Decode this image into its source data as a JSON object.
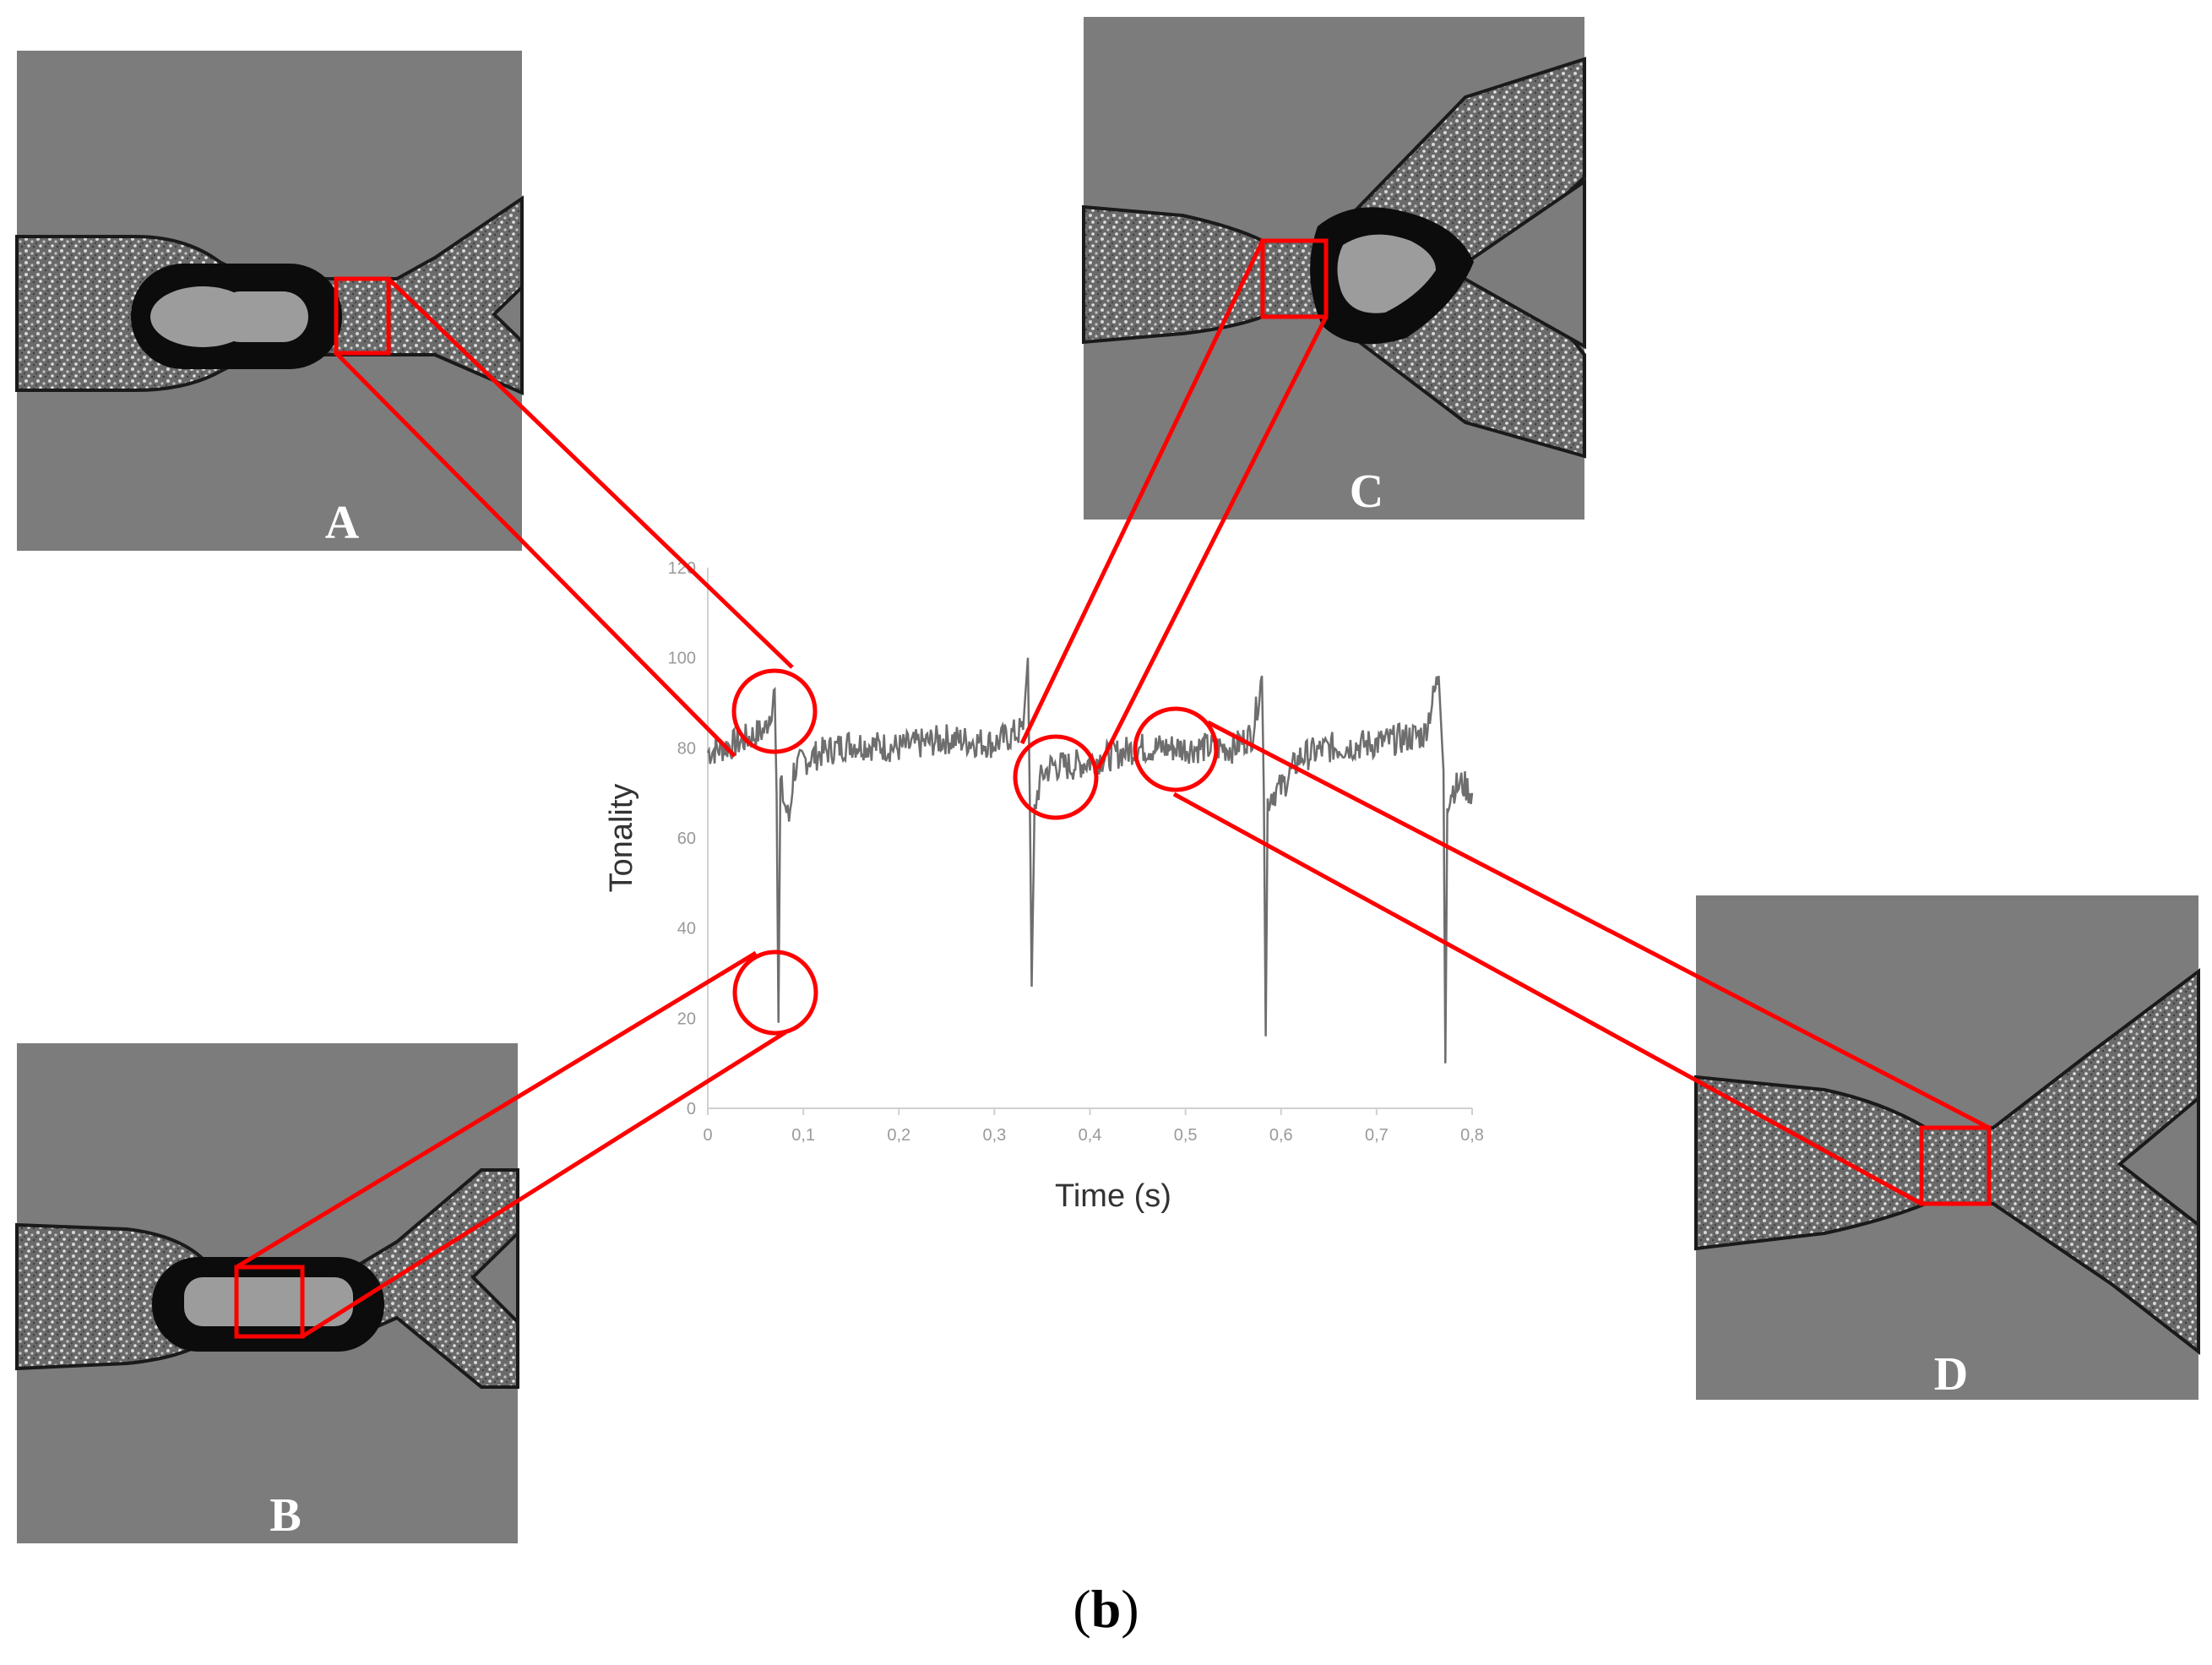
{
  "figure": {
    "caption_open": "(",
    "caption_letter": "b",
    "caption_close": ")"
  },
  "panels": [
    {
      "label": "A",
      "state": "droplet-in-channel"
    },
    {
      "label": "B",
      "state": "droplet-body-in-zone"
    },
    {
      "label": "C",
      "state": "droplet-exiting"
    },
    {
      "label": "D",
      "state": "empty-channel"
    }
  ],
  "colors": {
    "highlight": "#ff0000",
    "signal": "#6e6e6e",
    "panel_background": "#7c7c7c"
  },
  "chart_data": {
    "type": "line",
    "xlabel": "Time (s)",
    "ylabel": "Tonality",
    "xlim": [
      0,
      0.8
    ],
    "ylim": [
      0,
      120
    ],
    "x_ticks": [
      "0",
      "0,1",
      "0,2",
      "0,3",
      "0,4",
      "0,5",
      "0,6",
      "0,7",
      "0,8"
    ],
    "y_ticks": [
      "0",
      "20",
      "40",
      "60",
      "80",
      "100",
      "120"
    ],
    "grid": false,
    "series": [
      {
        "x": [
          0,
          0.03,
          0.06,
          0.068,
          0.07,
          0.072,
          0.074,
          0.076,
          0.08,
          0.085,
          0.09,
          0.1,
          0.12,
          0.15,
          0.2,
          0.25,
          0.3,
          0.33,
          0.335,
          0.337,
          0.339,
          0.342,
          0.345,
          0.35,
          0.36,
          0.38,
          0.4,
          0.45,
          0.5,
          0.55,
          0.57,
          0.58,
          0.582,
          0.584,
          0.586,
          0.59,
          0.6,
          0.62,
          0.65,
          0.7,
          0.75,
          0.765,
          0.77,
          0.772,
          0.774,
          0.777,
          0.78,
          0.79,
          0.8
        ],
        "y": [
          79,
          81,
          84,
          90,
          93,
          70,
          19,
          72,
          68,
          64,
          75,
          77,
          79,
          81,
          80,
          82,
          81,
          84,
          100,
          70,
          27,
          66,
          70,
          74,
          76,
          76,
          77,
          80,
          80,
          80,
          83,
          96,
          70,
          16,
          68,
          70,
          71,
          78,
          80,
          81,
          83,
          96,
          75,
          10,
          68,
          70,
          71,
          72,
          70
        ]
      }
    ]
  }
}
